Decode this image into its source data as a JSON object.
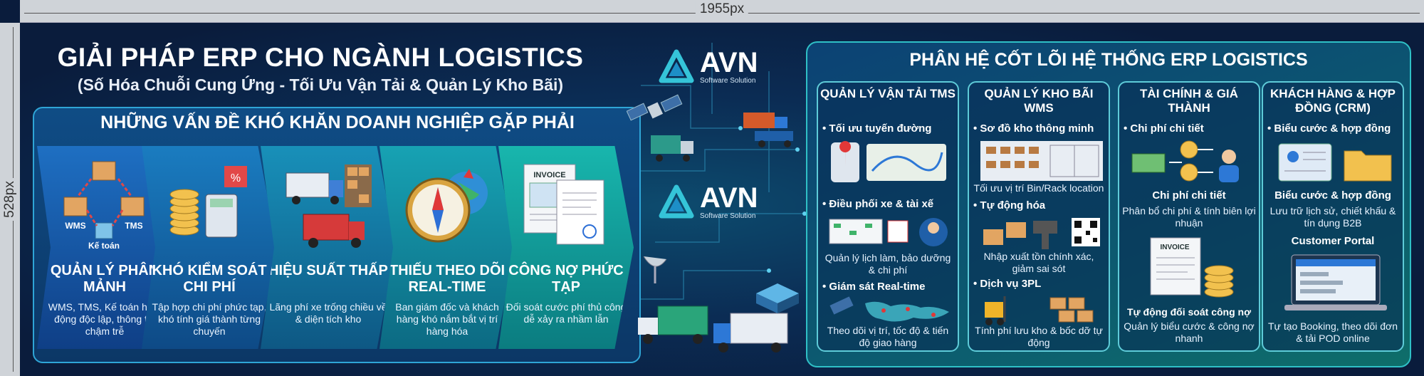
{
  "dimensions": {
    "width_label": "1955px",
    "height_label": "528px"
  },
  "title": "GIẢI PHÁP ERP CHO NGÀNH LOGISTICS",
  "subtitle": "(Số Hóa Chuỗi Cung Ứng - Tối Ưu Vận Tải & Quản Lý Kho Bãi)",
  "problems": {
    "heading": "NHỮNG VẤN ĐỀ KHÓ KHĂN DOANH NGHIỆP GẶP PHẢI",
    "items": [
      {
        "title": "QUẢN LÝ PHÂN MẢNH",
        "desc": "WMS, TMS, Kế toán hoạt động độc lập, thông tin chậm trễ",
        "icon_labels": [
          "WMS",
          "TMS",
          "Kế toán"
        ]
      },
      {
        "title": "KHÓ KIỂM SOÁT CHI PHÍ",
        "desc": "Tập hợp chi phí phức tạp, khó tính giá thành từng chuyến"
      },
      {
        "title": "HIỆU SUẤT THẤP",
        "desc": "Lãng phí xe trống chiều về & diện tích kho"
      },
      {
        "title": "THIẾU THEO DÕI REAL-TIME",
        "desc": "Ban giám đốc và khách hàng khó nắm bắt vị trí hàng hóa"
      },
      {
        "title": "CÔNG NỢ PHỨC TẠP",
        "desc": "Đối soát cước phí thủ công dễ xảy ra nhầm lẫn",
        "icon_label": "INVOICE"
      }
    ]
  },
  "logo": {
    "brand": "AVN",
    "tagline": "Software Solution"
  },
  "core": {
    "heading": "PHÂN HỆ CỐT LÕI HỆ THỐNG ERP LOGISTICS",
    "columns": [
      {
        "title": "QUẢN LÝ VẬN TẢI TMS",
        "s1": "Tối ưu tuyến đường",
        "s2": "Điều phối xe & tài xế",
        "t2": "Quản lý lịch làm, bảo dưỡng & chi phí",
        "s3": "Giám sát Real-time",
        "t3": "Theo dõi vị trí, tốc độ & tiến độ giao hàng"
      },
      {
        "title": "QUẢN LÝ KHO BÃI WMS",
        "s1": "Sơ đồ kho thông minh",
        "t1": "Tối ưu vị trí Bin/Rack location",
        "s2": "Tự động hóa",
        "t2": "Nhập xuất tồn chính xác, giảm sai sót",
        "s3": "Dịch vụ 3PL",
        "t3": "Tính phí lưu kho & bốc dỡ tự động"
      },
      {
        "title": "TÀI CHÍNH & GIÁ THÀNH",
        "s1": "Chi phí chi tiết",
        "s2": "Chi phí chi tiết",
        "t2": "Phân bổ chi phí & tính biên lợi nhuận",
        "s3": "Tự động đối soát công nợ",
        "t3": "Quản lý biểu cước & công nợ nhanh",
        "icon_label": "INVOICE"
      },
      {
        "title": "KHÁCH HÀNG & HỢP ĐỒNG (CRM)",
        "s1": "Biểu cước & hợp đồng",
        "s2": "Biểu cước & hợp đồng",
        "t2": "Lưu trữ lịch sử, chiết khấu & tín dụng B2B",
        "s3": "Customer Portal",
        "t3": "Tự tạo Booking, theo dõi đơn & tải POD online"
      }
    ]
  }
}
